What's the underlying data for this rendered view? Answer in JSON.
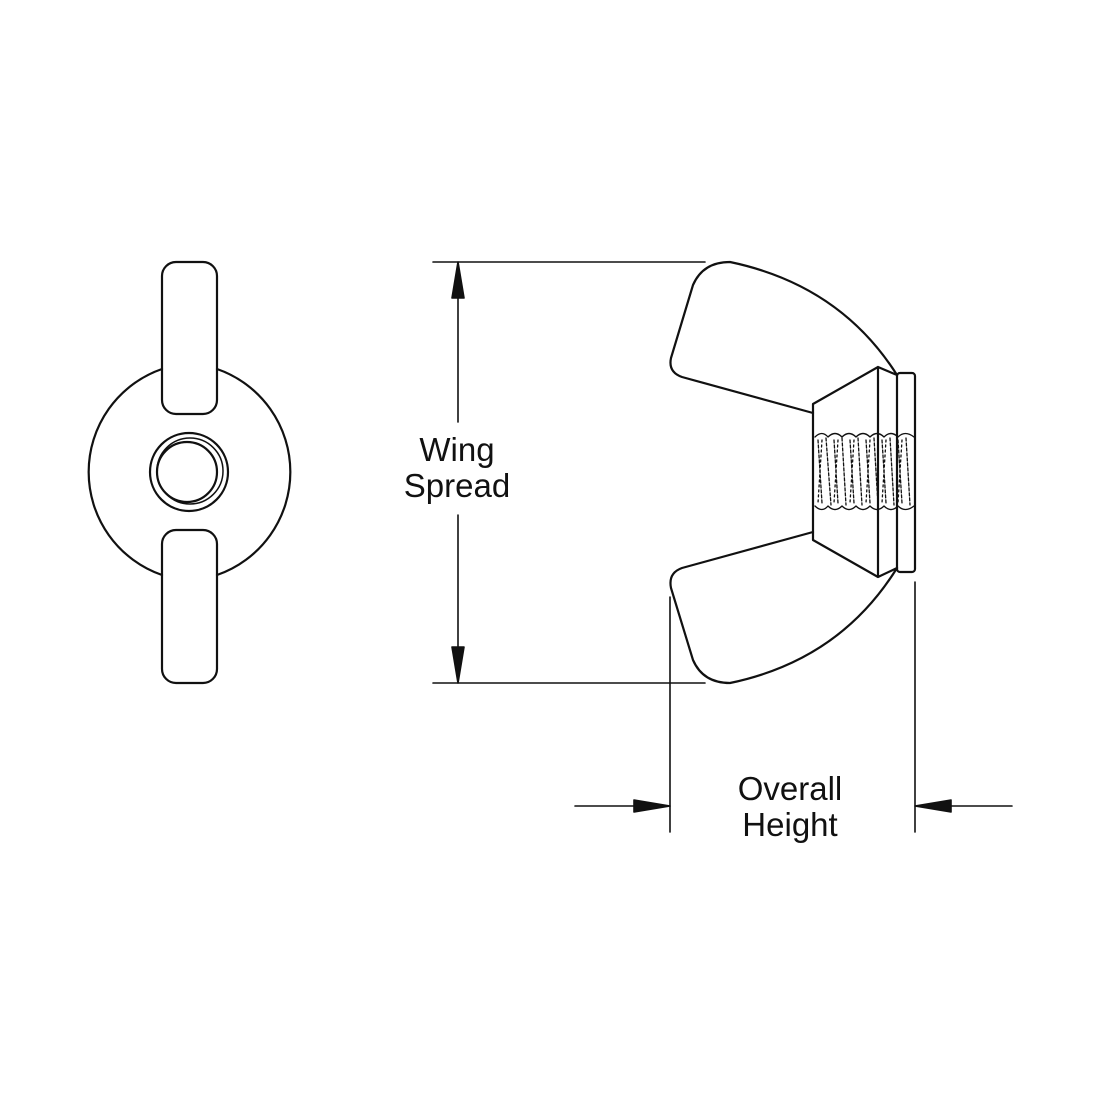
{
  "labels": {
    "wing_spread": [
      "Wing",
      "Spread"
    ],
    "overall_height": [
      "Overall",
      "Height"
    ]
  },
  "colors": {
    "stroke": "#111111",
    "background": "#ffffff"
  }
}
